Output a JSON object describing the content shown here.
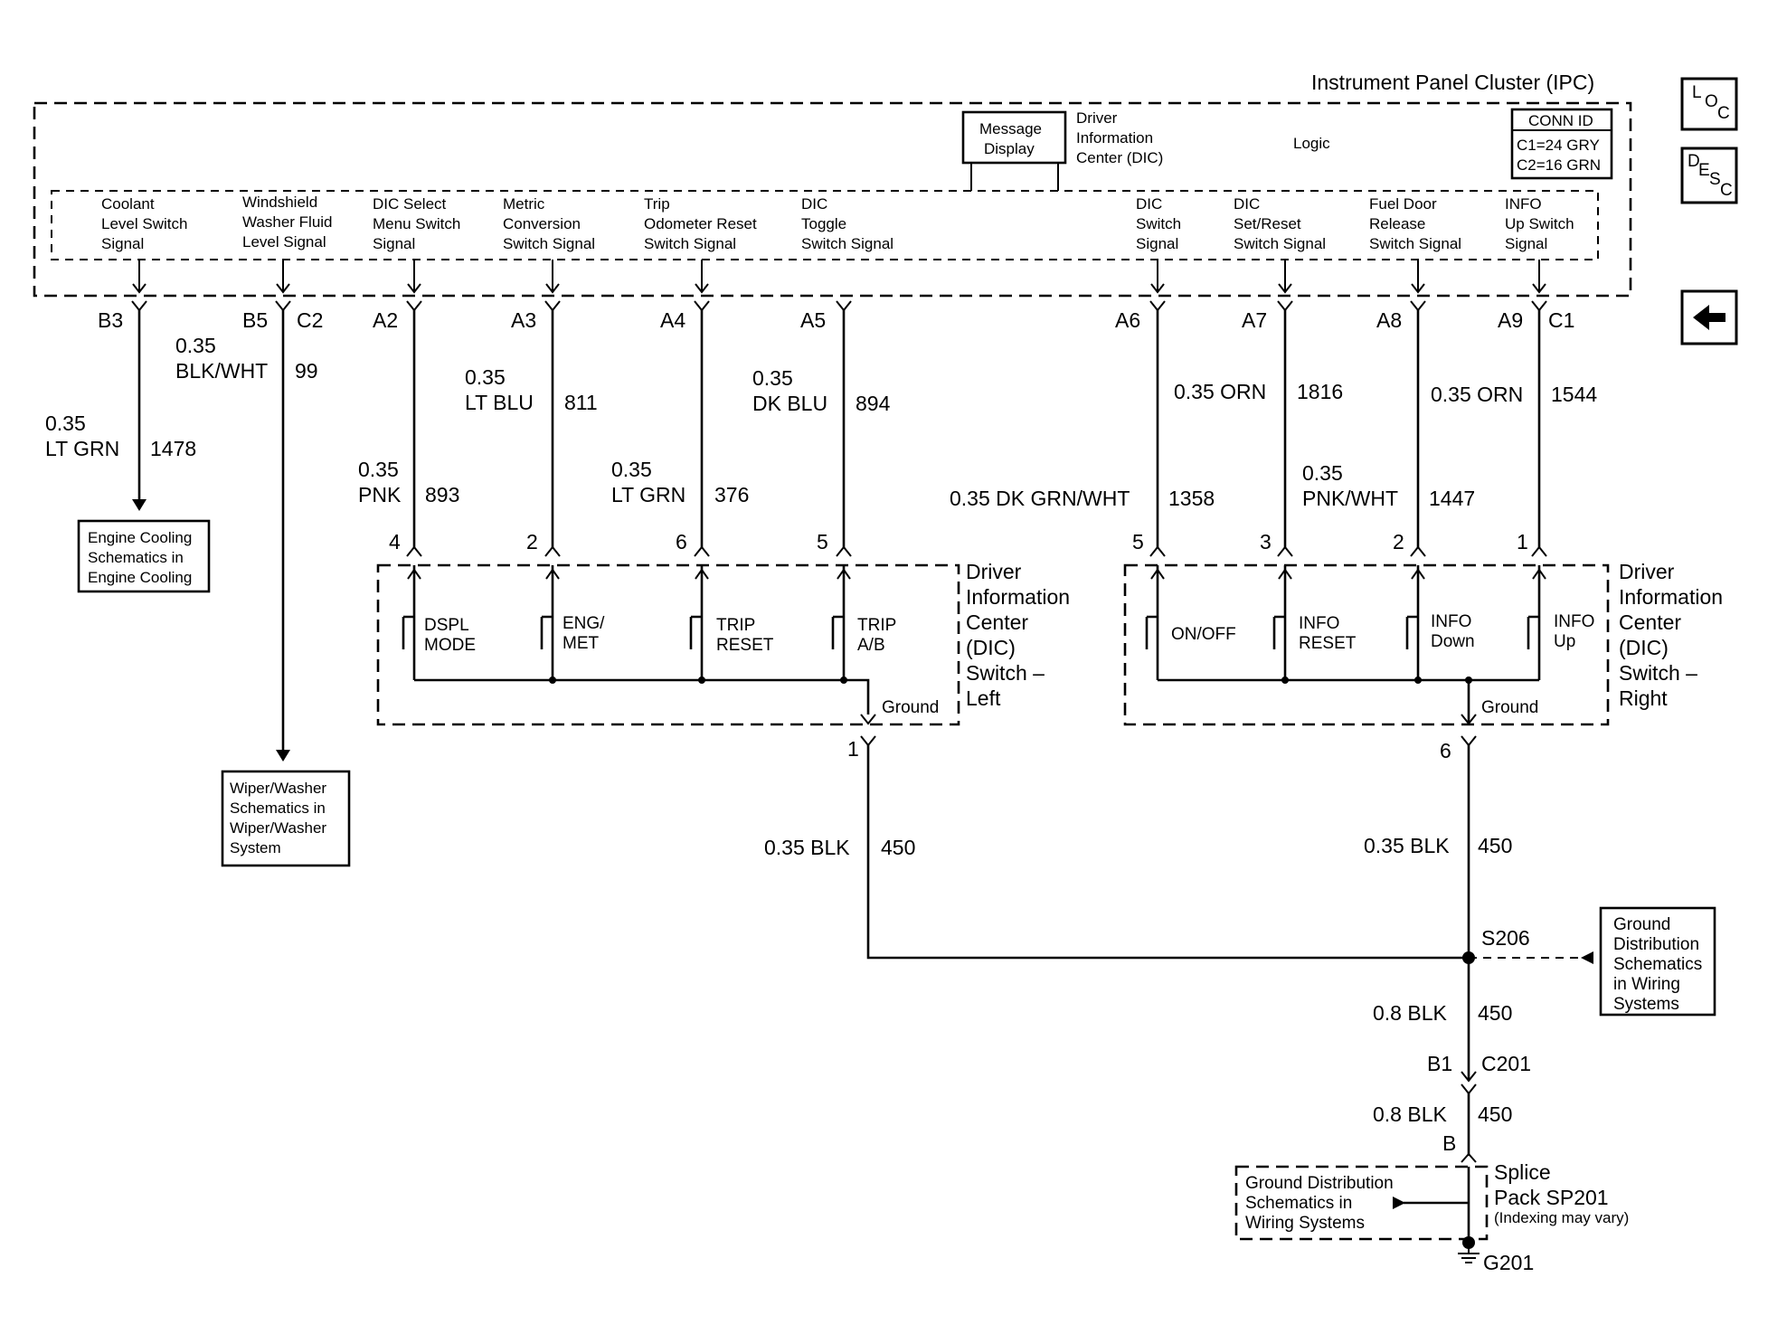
{
  "ipc": {
    "title": "Instrument Panel Cluster (IPC)",
    "message_display": [
      "Message",
      "Display"
    ],
    "dic": [
      "Driver",
      "Information",
      "Center (DIC)"
    ],
    "logic": "Logic",
    "conn_id": {
      "header": "CONN ID",
      "c1": "C1=24 GRY",
      "c2": "C2=16 GRN"
    }
  },
  "nav": {
    "loc": [
      "L",
      "O",
      "C"
    ],
    "desc": [
      "D",
      "E",
      "S",
      "C"
    ],
    "back": "back-arrow"
  },
  "signals": [
    [
      "Coolant",
      "Level Switch",
      "Signal"
    ],
    [
      "Windshield",
      "Washer Fluid",
      "Level Signal"
    ],
    [
      "DIC Select",
      "Menu Switch",
      "Signal"
    ],
    [
      "Metric",
      "Conversion",
      "Switch Signal"
    ],
    [
      "Trip",
      "Odometer Reset",
      "Switch Signal"
    ],
    [
      "DIC",
      "Toggle",
      "Switch Signal"
    ],
    [
      "DIC",
      "Switch",
      "Signal"
    ],
    [
      "DIC",
      "Set/Reset",
      "Switch Signal"
    ],
    [
      "Fuel Door",
      "Release",
      "Switch Signal"
    ],
    [
      "INFO",
      "Up Switch",
      "Signal"
    ]
  ],
  "pins": {
    "b3": "B3",
    "b5": "B5",
    "c2": "C2",
    "a2": "A2",
    "a3": "A3",
    "a4": "A4",
    "a5": "A5",
    "a6": "A6",
    "a7": "A7",
    "a8": "A8",
    "a9": "A9",
    "c1": "C1"
  },
  "wires": {
    "w1478": {
      "size": "0.35",
      "color": "LT GRN",
      "circuit": "1478"
    },
    "w99": {
      "size": "0.35",
      "color": "BLK/WHT",
      "circuit": "99"
    },
    "w893": {
      "size": "0.35",
      "color": "PNK",
      "circuit": "893"
    },
    "w811": {
      "size": "0.35",
      "color": "LT BLU",
      "circuit": "811"
    },
    "w376": {
      "size": "0.35",
      "color": "LT GRN",
      "circuit": "376"
    },
    "w894": {
      "size": "0.35",
      "color": "DK BLU",
      "circuit": "894"
    },
    "w1358": {
      "label": "0.35 DK GRN/WHT",
      "circuit": "1358"
    },
    "w1816": {
      "label": "0.35 ORN",
      "circuit": "1816"
    },
    "w1447": {
      "size": "0.35",
      "color": "PNK/WHT",
      "circuit": "1447"
    },
    "w1544": {
      "label": "0.35 ORN",
      "circuit": "1544"
    },
    "gnd_left": {
      "label": "0.35 BLK",
      "circuit": "450"
    },
    "gnd_right": {
      "label": "0.35 BLK",
      "circuit": "450"
    },
    "gnd_s206": {
      "label": "0.8 BLK",
      "circuit": "450"
    },
    "gnd_c201": {
      "label": "0.8 BLK",
      "circuit": "450"
    }
  },
  "refs": {
    "engine_cooling": [
      "Engine Cooling",
      "Schematics in",
      "Engine Cooling"
    ],
    "wiper": [
      "Wiper/Washer",
      "Schematics in",
      "Wiper/Washer",
      "System"
    ],
    "ground_dist_right": [
      "Ground",
      "Distribution",
      "Schematics",
      "in Wiring",
      "Systems"
    ],
    "ground_dist_splice": [
      "Ground Distribution",
      "Schematics in",
      "Wiring Systems"
    ]
  },
  "dic_left": {
    "title": [
      "Driver",
      "Information",
      "Center",
      "(DIC)",
      "Switch –",
      "Left"
    ],
    "pins": [
      "4",
      "2",
      "6",
      "5"
    ],
    "switches": [
      [
        "DSPL",
        "MODE"
      ],
      [
        "ENG/",
        "MET"
      ],
      [
        "TRIP",
        "RESET"
      ],
      [
        "TRIP",
        "A/B"
      ]
    ],
    "ground": "Ground",
    "ground_pin": "1"
  },
  "dic_right": {
    "title": [
      "Driver",
      "Information",
      "Center",
      "(DIC)",
      "Switch –",
      "Right"
    ],
    "pins": [
      "5",
      "3",
      "2",
      "1"
    ],
    "switches": [
      [
        "ON/OFF"
      ],
      [
        "INFO",
        "RESET"
      ],
      [
        "INFO",
        "Down"
      ],
      [
        "INFO",
        "Up"
      ]
    ],
    "ground": "Ground",
    "ground_pin": "6"
  },
  "splice": {
    "s206": "S206",
    "c201_b1": "B1",
    "c201": "C201",
    "pin_b": "B",
    "pack": [
      "Splice",
      "Pack SP201"
    ],
    "pack_note": "(Indexing may vary)",
    "g201": "G201"
  }
}
